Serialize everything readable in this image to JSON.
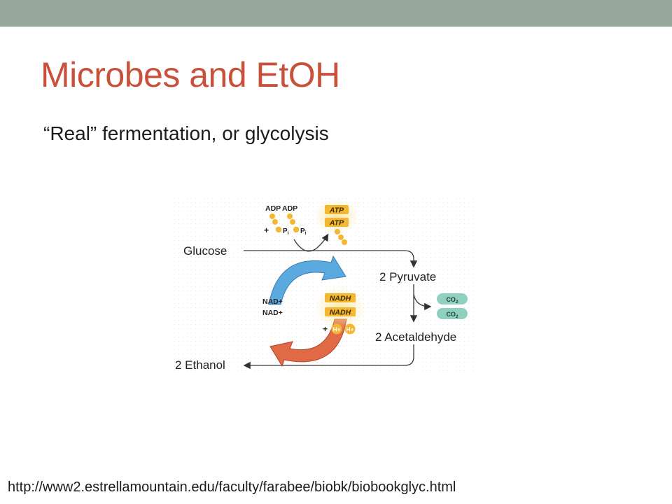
{
  "slide": {
    "title": "Microbes and EtOH",
    "subtitle": "“Real” fermentation, or glycolysis",
    "source_url": "http://www2.estrellamountain.edu/faculty/farabee/biobk/biobookglyc.html"
  },
  "diagram": {
    "glucose": "Glucose",
    "pyruvate": "2 Pyruvate",
    "acetaldehyde": "2 Acetaldehyde",
    "ethanol": "2 Ethanol",
    "adp_1": "ADP",
    "adp_2": "ADP",
    "plus_pi": "+",
    "pi_1": "P",
    "pi_1_sub": "i",
    "pi_2": "P",
    "pi_2_sub": "i",
    "atp_1": "ATP",
    "atp_2": "ATP",
    "nad_1": "NAD+",
    "nad_2": "NAD+",
    "nadh_1": "NADH",
    "nadh_2": "NADH",
    "plus_h": "+",
    "h_1": "H+",
    "h_2": "H+",
    "co2_1": "CO",
    "co2_1_sub": "2",
    "co2_2": "CO",
    "co2_2_sub": "2"
  },
  "colors": {
    "top_bar": "#98a79b",
    "title": "#c9513b",
    "blue_arrow": "#5aa9df",
    "orange_arrow": "#e06a45",
    "energy_yellow": "#f4b731",
    "co2_green": "#8fd0bf"
  }
}
